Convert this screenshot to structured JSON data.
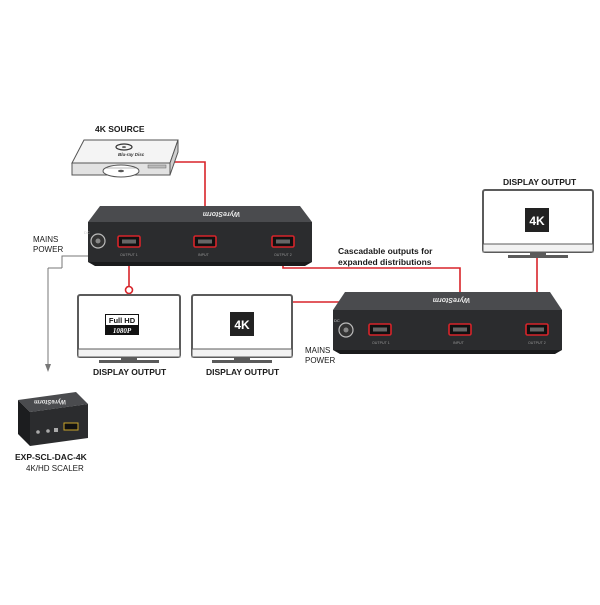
{
  "labels": {
    "source": "4K SOURCE",
    "display_top_right": "DISPLAY OUTPUT",
    "mains_power_left": [
      "MAINS",
      "POWER"
    ],
    "mains_power_right": [
      "MAINS",
      "POWER"
    ],
    "cascade_note": [
      "Cascadable outputs for",
      "expanded distributions"
    ],
    "display_left": "DISPLAY OUTPUT",
    "display_mid": "DISPLAY OUTPUT",
    "scaler_model": "EXP-SCL-DAC-4K",
    "scaler_desc": "4K/HD SCALER"
  },
  "screens": {
    "fullhd": [
      "Full HD",
      "1080P"
    ],
    "k4_mid": "4K",
    "k4_right": "4K"
  },
  "devices": {
    "brand": "WyreStorm",
    "splitter_ports": [
      "OUTPUT 1",
      "INPUT",
      "OUTPUT 2"
    ],
    "dc_label": "DC",
    "bluray_logo": "Blu-ray Disc"
  },
  "colors": {
    "cable": "#d8242a",
    "device": "#2b2c2e",
    "device_top": "#4a4b4e",
    "display_frame": "#5b5b5b",
    "port": "#c0c0c0"
  }
}
